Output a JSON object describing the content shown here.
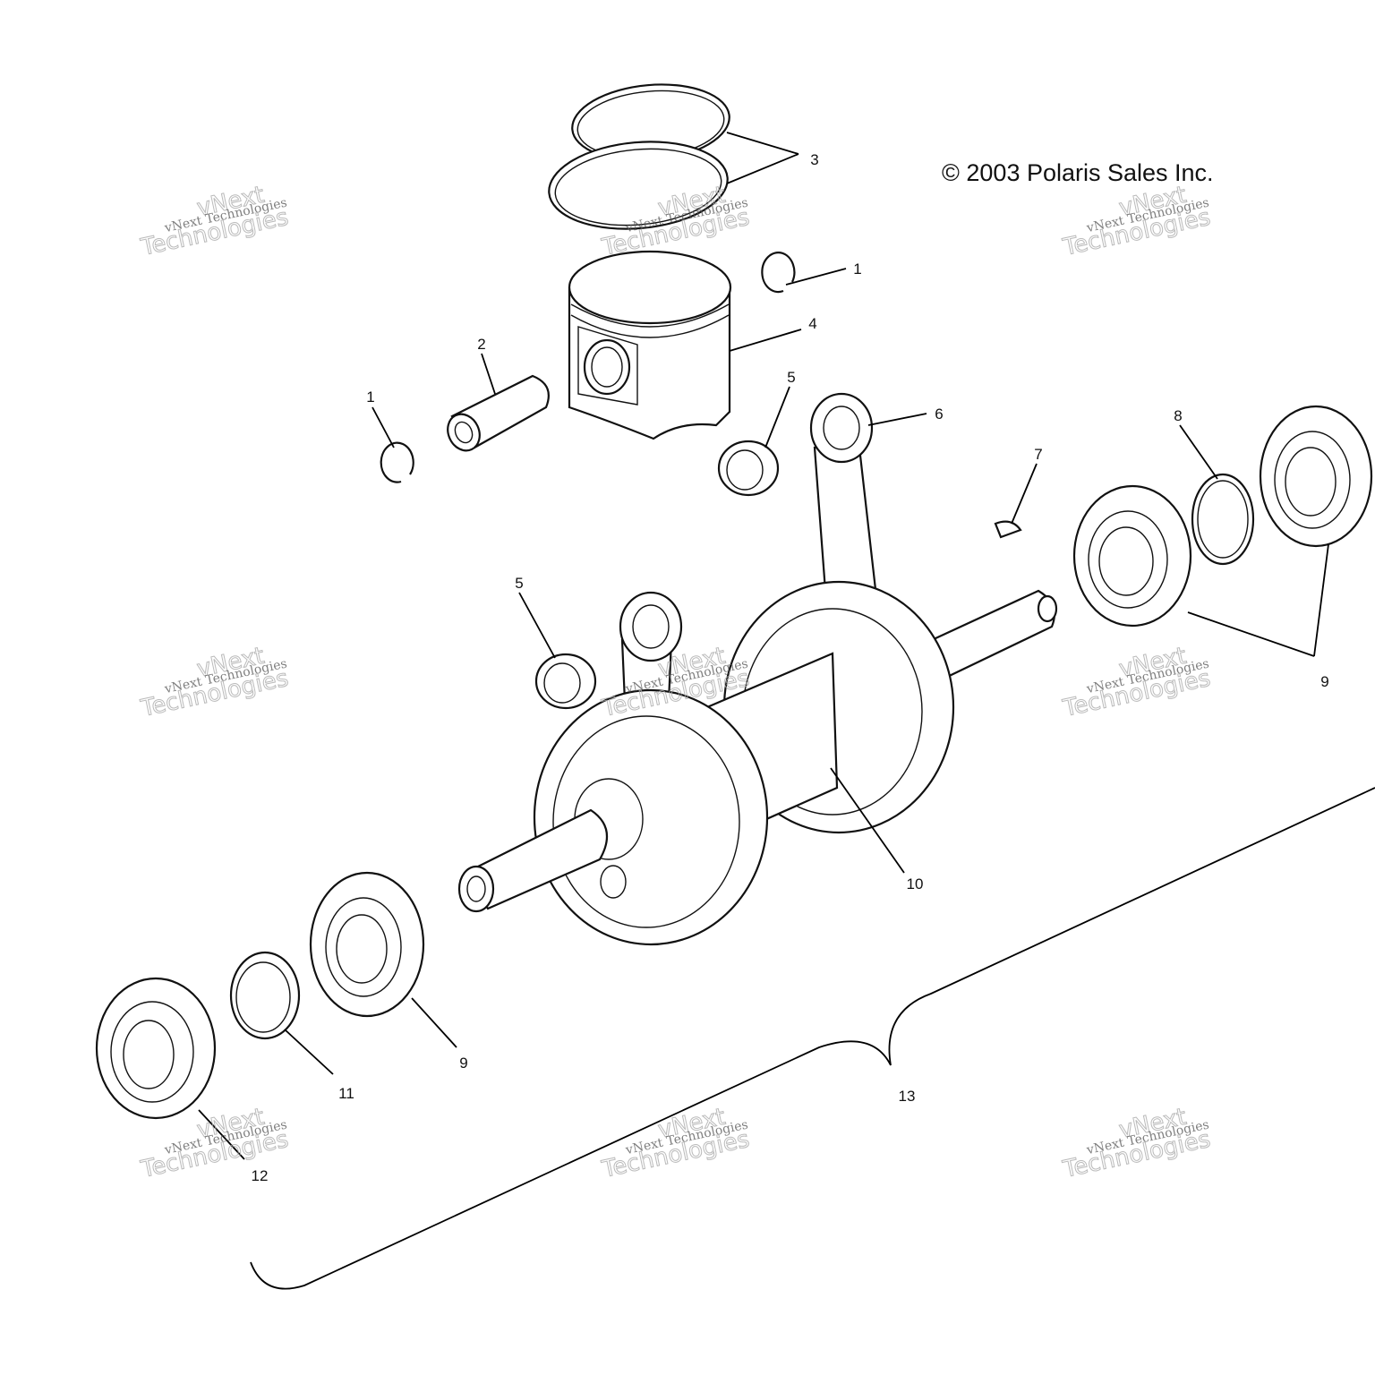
{
  "copyright": "© 2003 Polaris Sales Inc.",
  "watermark": {
    "small": "vNext Technologies",
    "big_line1": "vNext",
    "big_line2": "Technologies"
  },
  "callouts": [
    {
      "id": "3",
      "part": "piston-rings"
    },
    {
      "id": "1",
      "part": "retaining-clip-right"
    },
    {
      "id": "4",
      "part": "piston"
    },
    {
      "id": "2",
      "part": "piston-pin"
    },
    {
      "id": "1",
      "part": "retaining-clip-left"
    },
    {
      "id": "5",
      "part": "needle-bearing-upper"
    },
    {
      "id": "6",
      "part": "connecting-rod"
    },
    {
      "id": "7",
      "part": "woodruff-key"
    },
    {
      "id": "8",
      "part": "spacer-ring"
    },
    {
      "id": "9",
      "part": "bearings-right"
    },
    {
      "id": "5",
      "part": "needle-bearing-lower"
    },
    {
      "id": "10",
      "part": "crankshaft"
    },
    {
      "id": "9",
      "part": "bearing-left"
    },
    {
      "id": "11",
      "part": "spacer-left"
    },
    {
      "id": "12",
      "part": "oil-seal"
    },
    {
      "id": "13",
      "part": "crankshaft-assembly"
    }
  ]
}
